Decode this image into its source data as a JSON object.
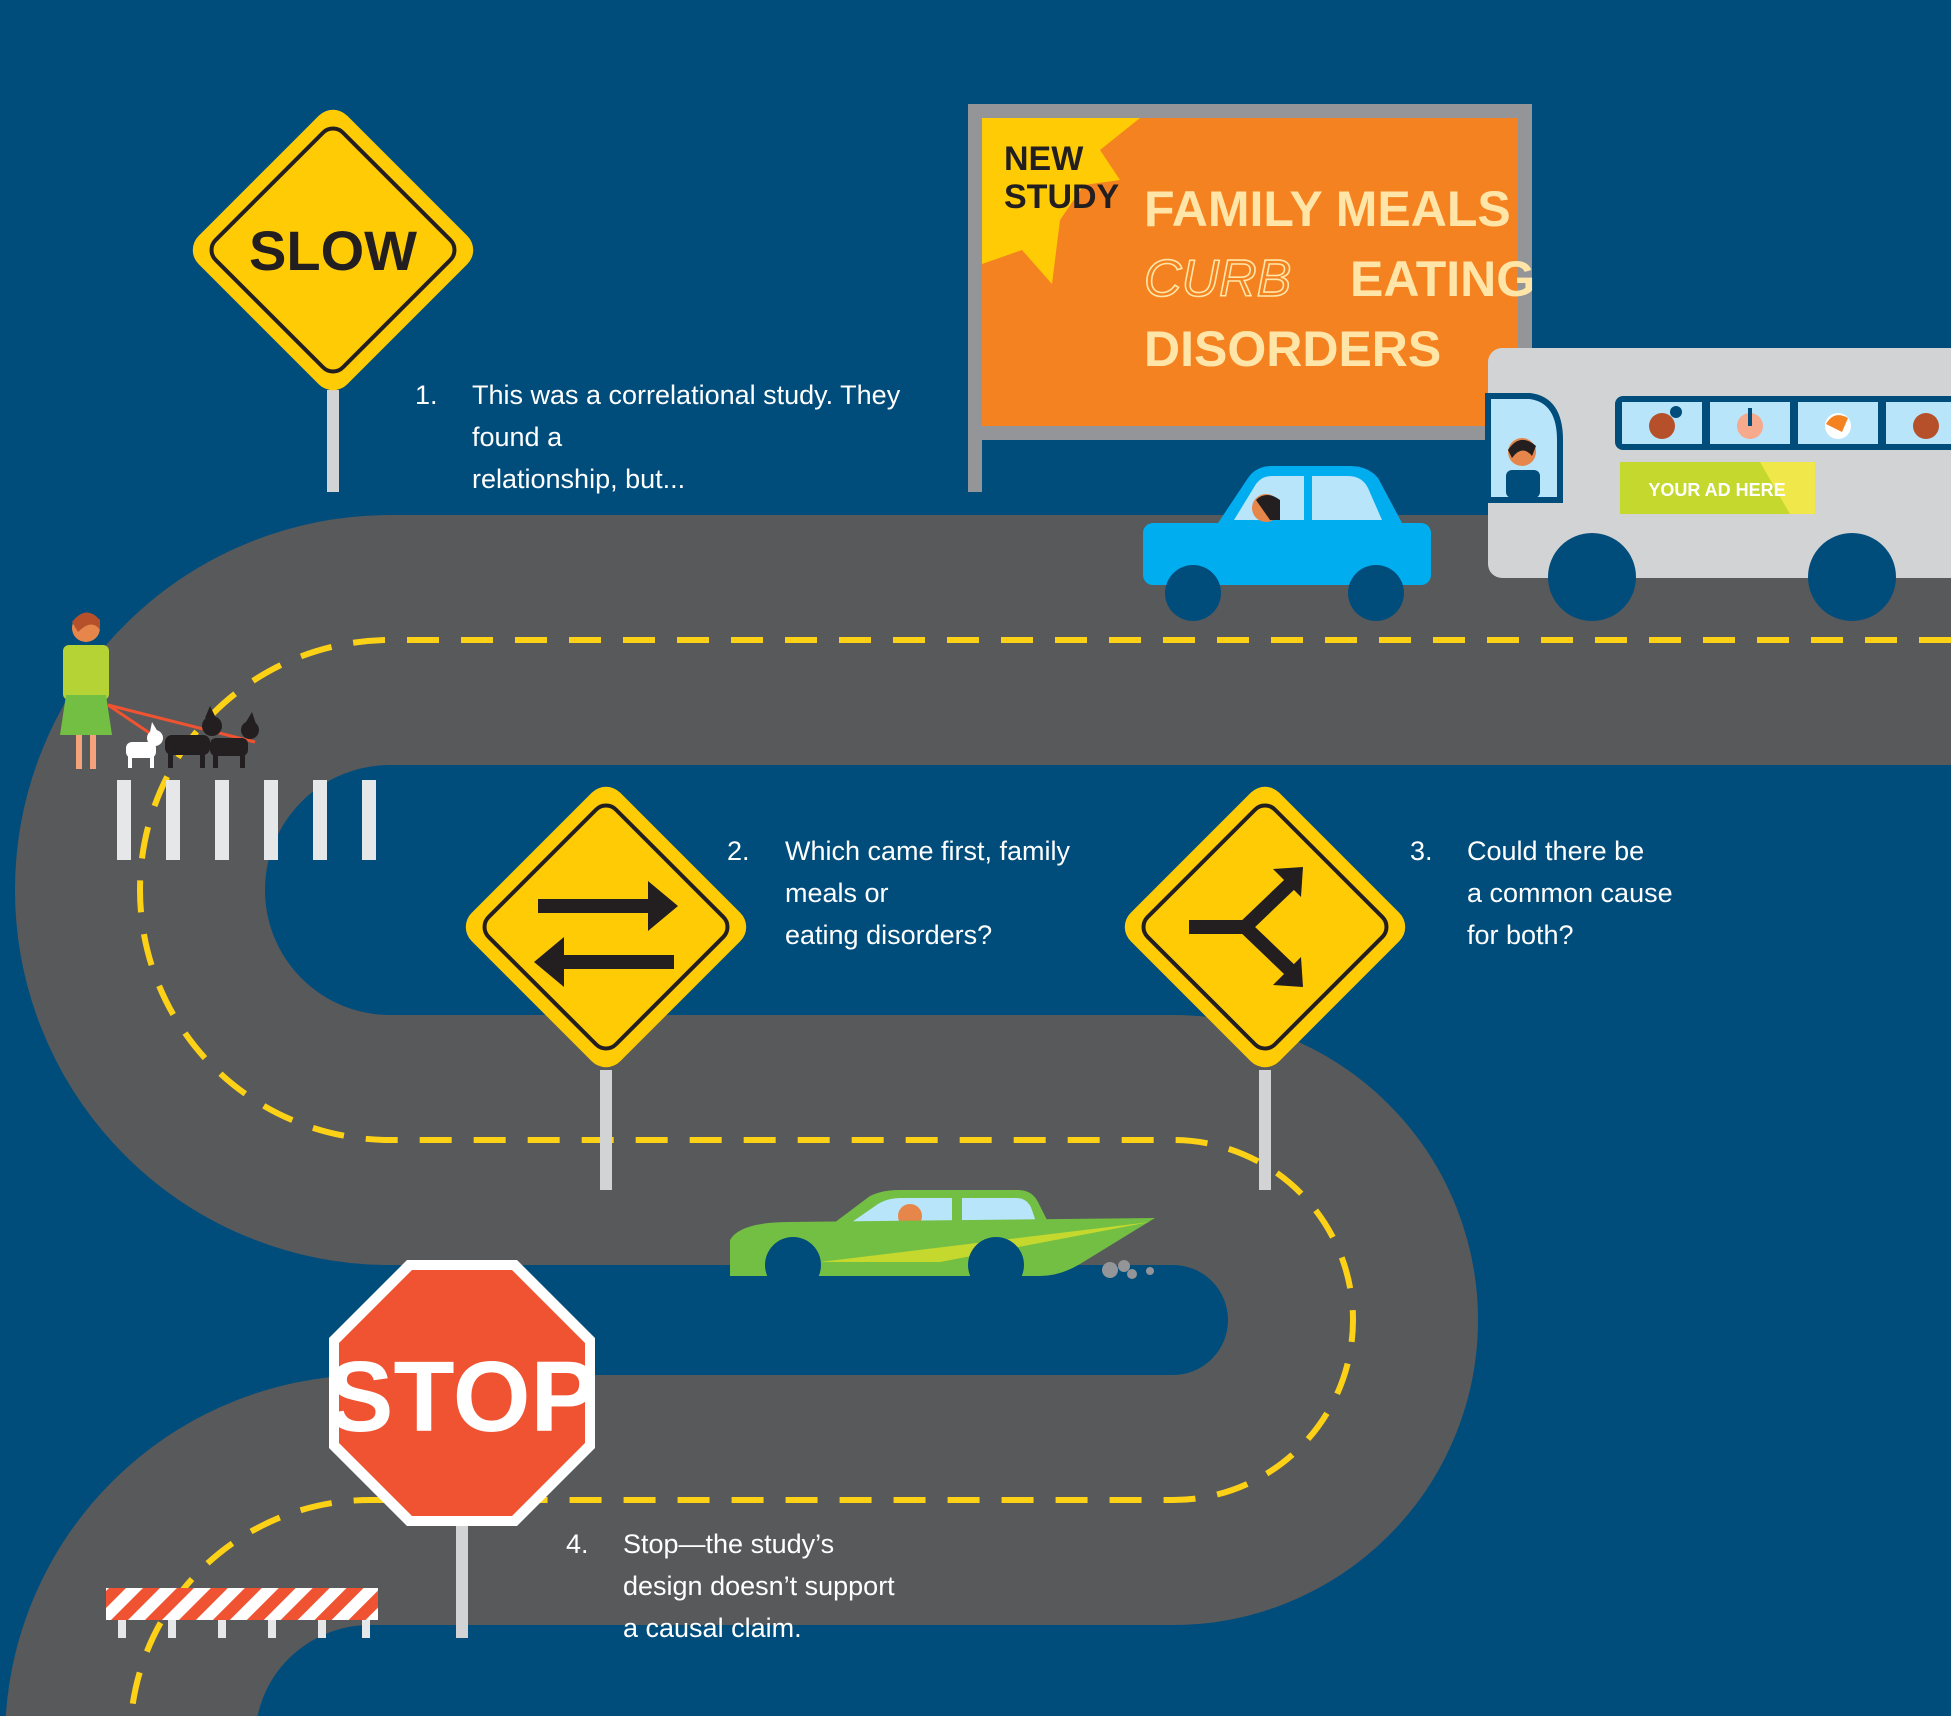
{
  "signs": {
    "slow": "SLOW",
    "stop": "STOP"
  },
  "billboard": {
    "badge_line1": "NEW",
    "badge_line2": "STUDY",
    "headline_line1": "FAMILY MEALS",
    "headline_curb": "CURB",
    "headline_eating": "EATING",
    "headline_line3": "DISORDERS"
  },
  "bus": {
    "ad_label": "YOUR AD HERE"
  },
  "notes": [
    {
      "number": "1.",
      "lines": [
        "This was a correlational study. They",
        "found a",
        "relationship, but..."
      ]
    },
    {
      "number": "2.",
      "lines": [
        "Which came first, family",
        "meals or",
        "eating disorders?"
      ]
    },
    {
      "number": "3.",
      "lines": [
        "Could there be",
        "a common cause",
        "for both?"
      ]
    },
    {
      "number": "4.",
      "lines": [
        "Stop—the study’s",
        "design doesn’t support",
        "a causal claim."
      ]
    }
  ],
  "colors": {
    "background": "#004d7c",
    "road": "#58595b",
    "lane_marking": "#fcd116",
    "sign_yellow": "#ffcb05",
    "stop_red": "#ef5331",
    "billboard_orange": "#f58220",
    "car_blue": "#00aeef",
    "car_green": "#72bf44"
  }
}
